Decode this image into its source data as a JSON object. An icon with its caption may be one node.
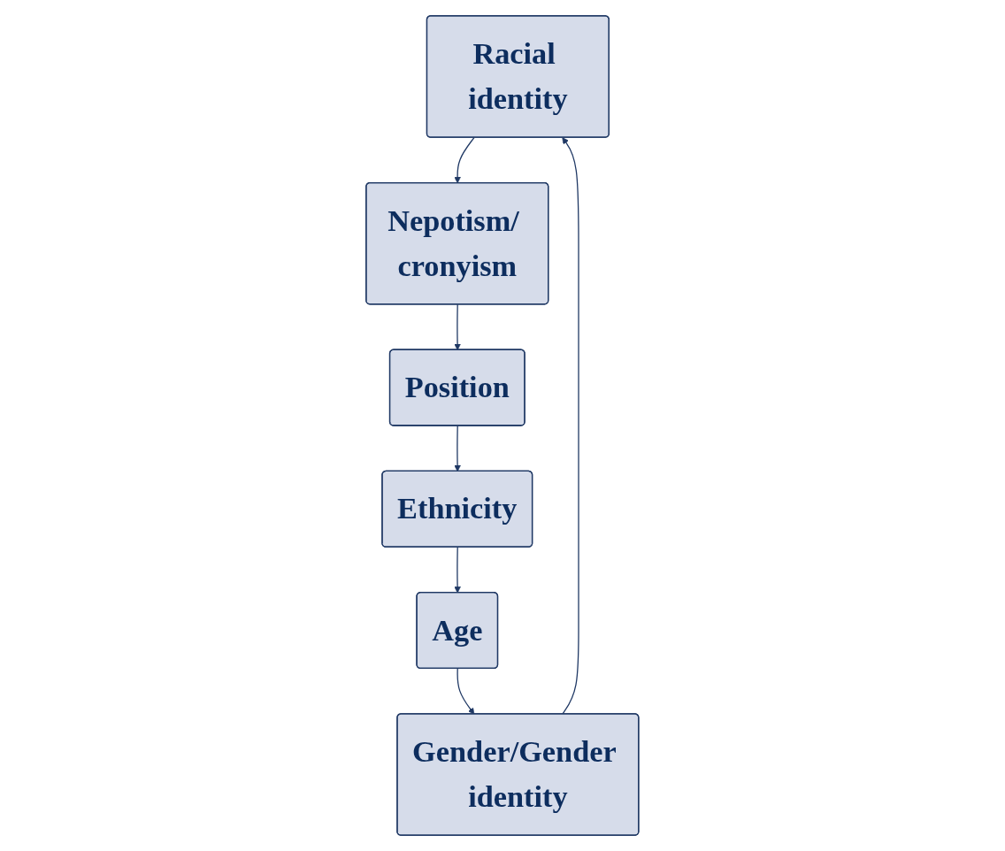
{
  "diagram": {
    "nodes": [
      {
        "text": [
          "Racial identity"
        ]
      },
      {
        "text": [
          "Gender/Gender identity"
        ]
      },
      {
        "text": [
          "Nepotism/ cronyism"
        ]
      },
      {
        "text": [
          "Age"
        ]
      },
      {
        "text": [
          "Position"
        ]
      },
      {
        "text": [
          "Ethnicity"
        ]
      }
    ],
    "edges": [
      {
        "from": 0,
        "to": 2,
        "arrow": "to"
      },
      {
        "from": 2,
        "to": 4,
        "arrow": "to"
      },
      {
        "from": 4,
        "to": 5,
        "arrow": "to"
      },
      {
        "from": 5,
        "to": 3,
        "arrow": "to"
      },
      {
        "from": 3,
        "to": 1,
        "arrow": "to"
      },
      {
        "from": 1,
        "to": 0,
        "arrow": "to"
      }
    ]
  }
}
